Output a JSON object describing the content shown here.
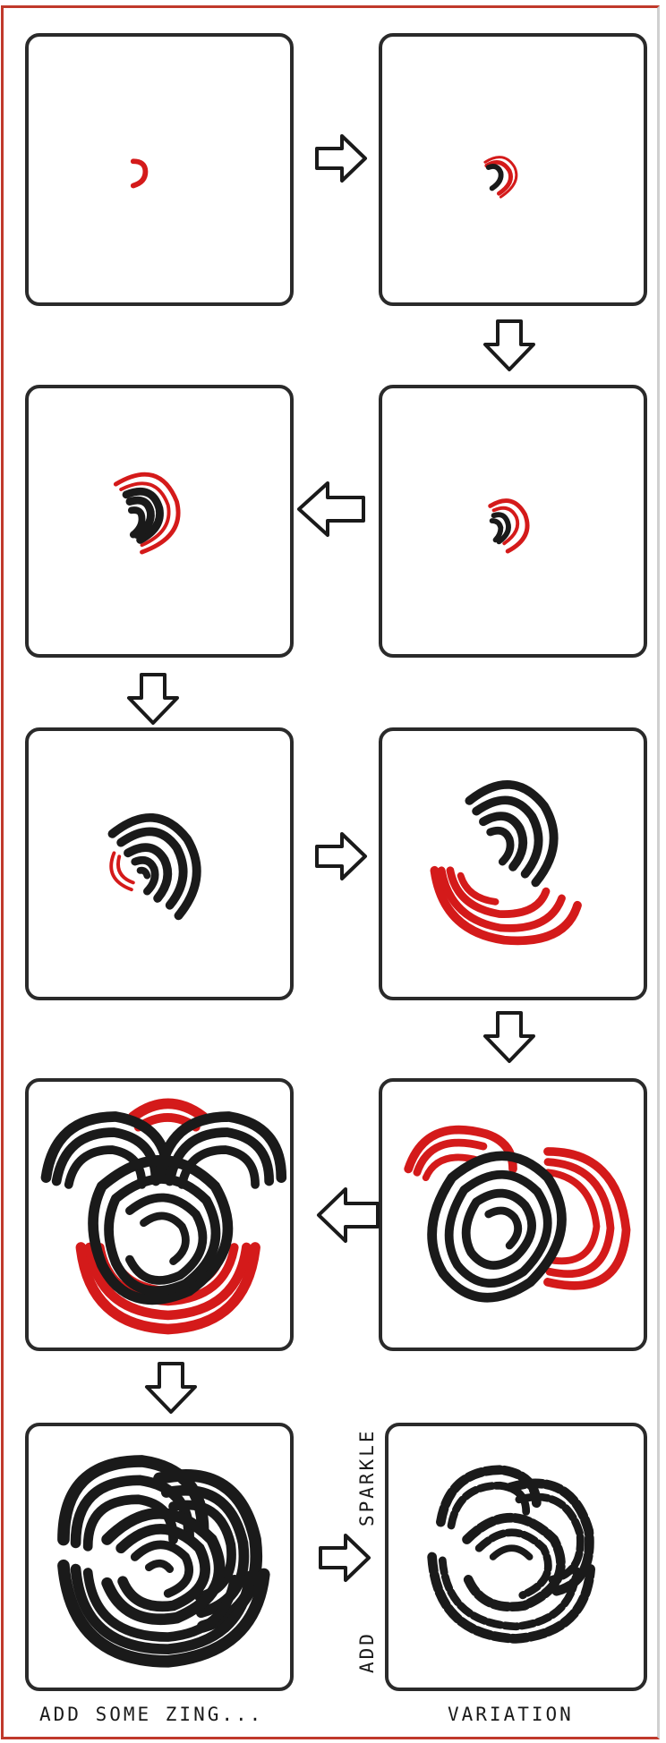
{
  "colors": {
    "ink": "#1a1a1a",
    "red": "#d41a1a",
    "border": "#c0392b"
  },
  "captions": {
    "left": "ADD SOME ZING...",
    "right": "VARIATION",
    "side_top": "SPARKLE",
    "side_bottom": "ADD"
  }
}
